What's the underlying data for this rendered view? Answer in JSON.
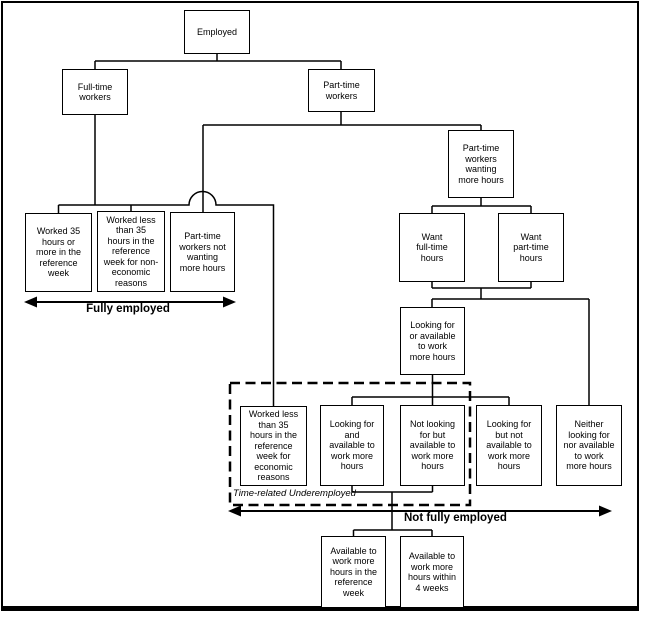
{
  "boxes": {
    "employed": "Employed",
    "full_time_workers": "Full-time\nworkers",
    "part_time_workers": "Part-time\nworkers",
    "worked_35_plus": "Worked 35\nhours or\nmore in the\nreference\nweek",
    "worked_less_non_economic": "Worked less\nthan 35\nhours in the\nreference\nweek for non-\neconomic\nreasons",
    "pt_not_wanting_more": "Part-time\nworkers not\nwanting\nmore hours",
    "pt_wanting_more": "Part-time\nworkers\nwanting\nmore hours",
    "want_full_time": "Want\nfull-time\nhours",
    "want_part_time": "Want\npart-time\nhours",
    "looking_or_available": "Looking for\nor available\nto work\nmore hours",
    "worked_less_economic": "Worked less\nthan 35\nhours in the\nreference\nweek for\neconomic\nreasons",
    "looking_and_available": "Looking for\nand\navailable to\nwork more\nhours",
    "not_looking_but_available": "Not looking\nfor but\navailable to\nwork more\nhours",
    "looking_but_not_available": "Looking for\nbut not\navailable to\nwork more\nhours",
    "neither_looking_nor_available": "Neither\nlooking for\nnor available\nto work\nmore hours",
    "available_reference_week": "Available to\nwork more\nhours in the\nreference\nweek",
    "available_4_weeks": "Available to\nwork more\nhours within\n4 weeks"
  },
  "labels": {
    "fully_employed": "Fully employed",
    "not_fully_employed": "Not fully employed",
    "time_related_underemployed": "Time-related Underemployed"
  },
  "colors": {
    "line": "#000000",
    "background": "#ffffff"
  }
}
